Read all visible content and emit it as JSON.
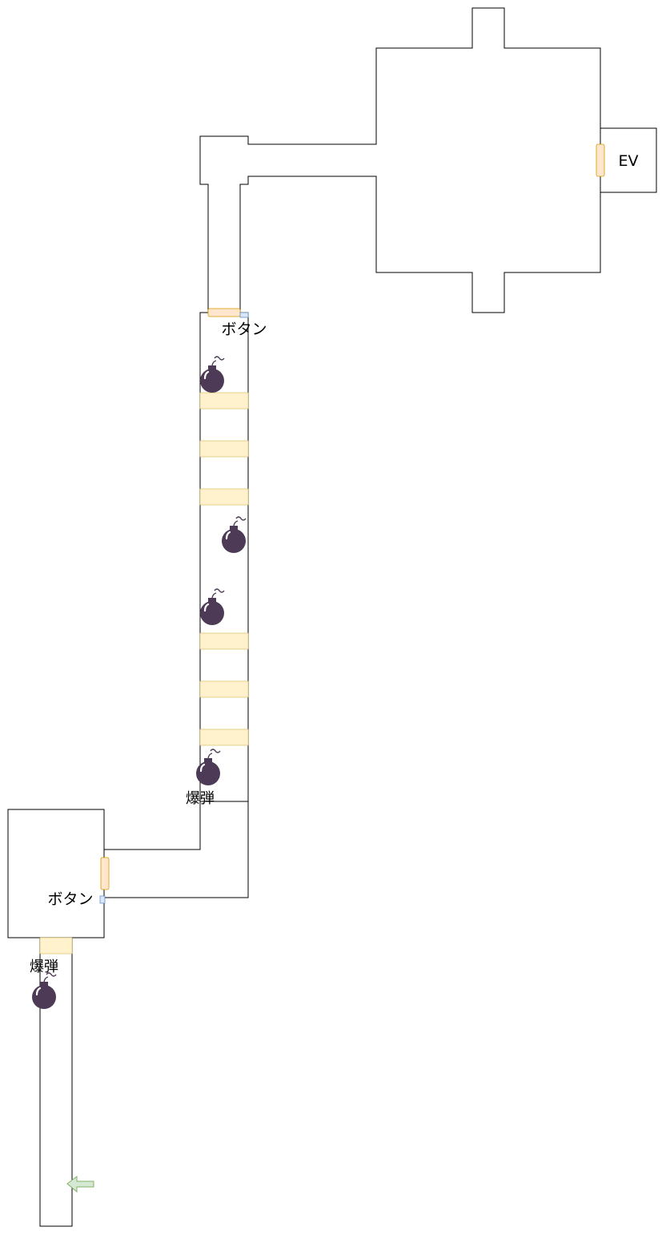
{
  "labels": {
    "elevator": "EV",
    "button_top": "ボタン",
    "button_bottom": "ボタン",
    "bomb_mid": "爆弾",
    "bomb_bottom": "爆弾"
  },
  "icons": {
    "bomb": "bomb-icon",
    "entry_arrow": "left-arrow-icon"
  },
  "colors": {
    "gate_fill": "#fff2cc",
    "door_fill": "#ffe6cc",
    "button_fill": "#dae8fc",
    "bomb_color": "#4d3a56",
    "arrow_fill": "#d5e8d4"
  }
}
